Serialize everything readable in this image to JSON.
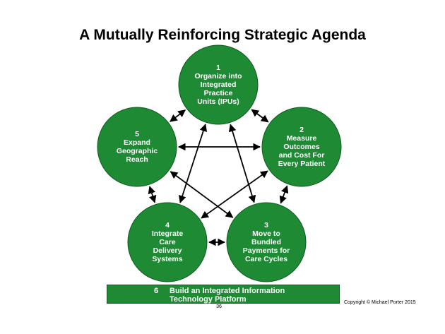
{
  "title": "A Mutually Reinforcing Strategic Agenda",
  "nodes": [
    {
      "number": "1",
      "lines": [
        "Organize into",
        "Integrated",
        "Practice",
        "Units (IPUs)"
      ]
    },
    {
      "number": "2",
      "lines": [
        "Measure",
        "Outcomes",
        "and Cost For",
        "Every Patient"
      ]
    },
    {
      "number": "3",
      "lines": [
        "Move to",
        "Bundled",
        "Payments for",
        "Care Cycles"
      ]
    },
    {
      "number": "4",
      "lines": [
        "Integrate",
        "Care",
        "Delivery",
        "Systems"
      ]
    },
    {
      "number": "5",
      "lines": [
        "Expand",
        "Geographic",
        "Reach",
        ""
      ]
    }
  ],
  "platform": {
    "number": "6",
    "line1": "Build an Integrated Information",
    "line2": "Technology Platform"
  },
  "page_number": "36",
  "copyright": "Copyright © Michael Porter 2015",
  "colors": {
    "circle_fill": "#1e8a34",
    "circle_stroke": "#0f5a1e",
    "arrow": "#000000"
  },
  "connections": [
    {
      "from": "1",
      "to": "2"
    },
    {
      "from": "1",
      "to": "5"
    },
    {
      "from": "2",
      "to": "3"
    },
    {
      "from": "3",
      "to": "4"
    },
    {
      "from": "4",
      "to": "5"
    },
    {
      "from": "1",
      "to": "3"
    },
    {
      "from": "1",
      "to": "4"
    },
    {
      "from": "2",
      "to": "5"
    },
    {
      "from": "2",
      "to": "4"
    },
    {
      "from": "3",
      "to": "5"
    }
  ]
}
